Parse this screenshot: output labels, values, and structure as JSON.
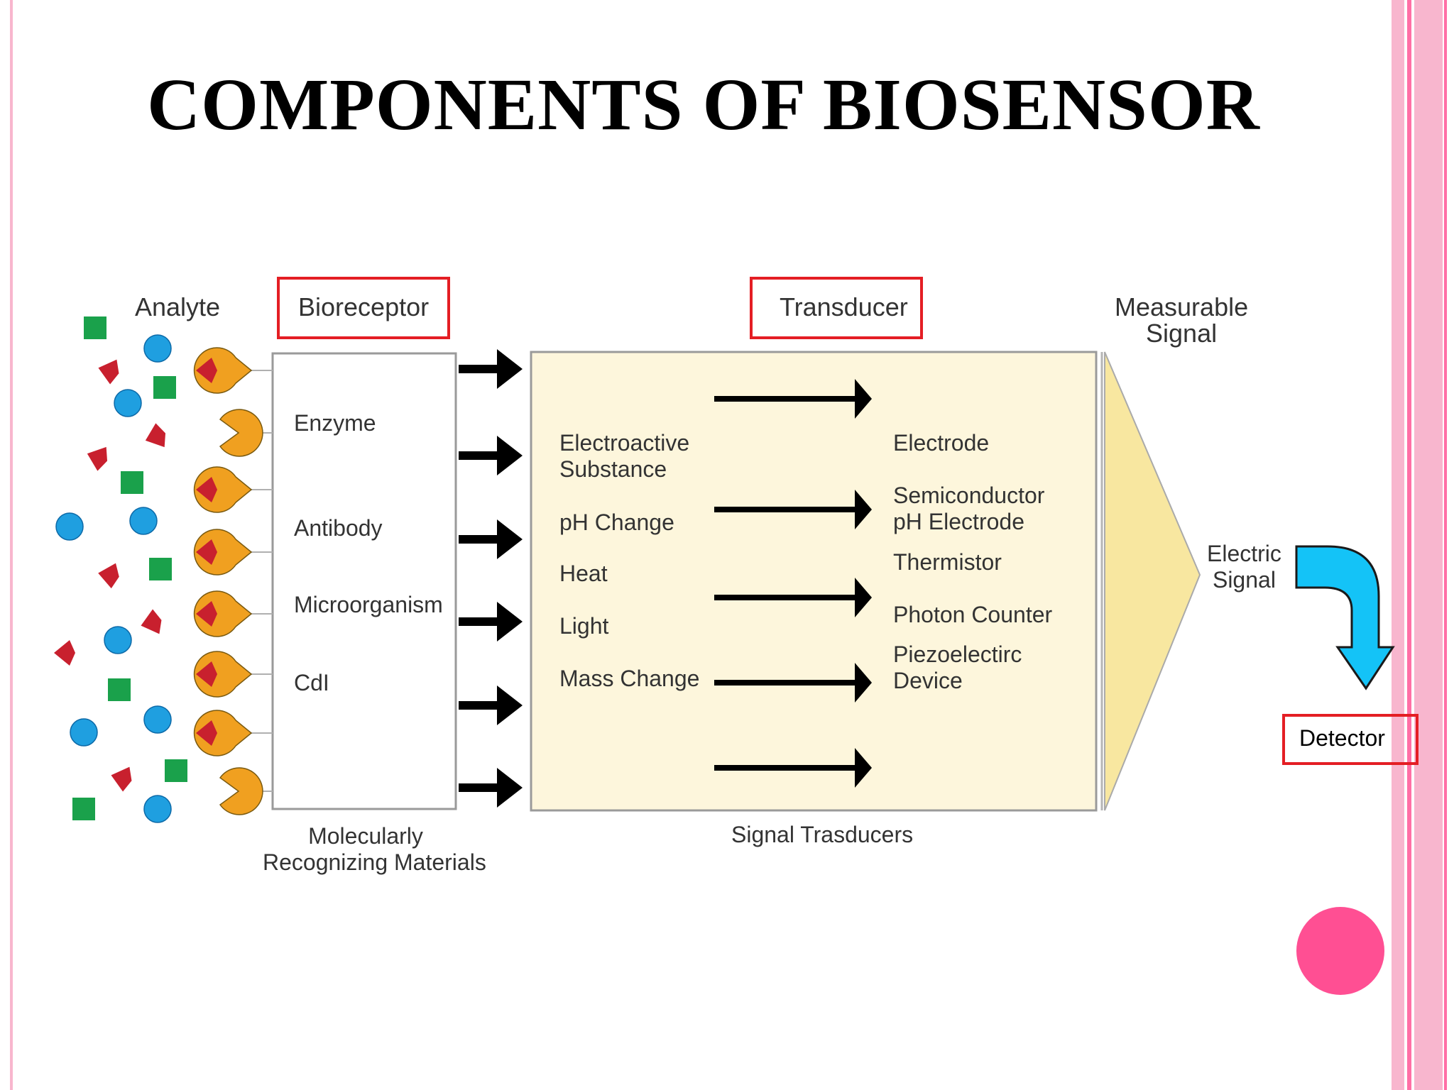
{
  "slide": {
    "title": "COMPONENTS OF BIOSENSOR",
    "accent_color": "#ff4f93",
    "stripe_color": "#f8b6ce"
  },
  "diagram": {
    "analyte_label": "Analyte",
    "bioreceptor_label": "Bioreceptor",
    "transducer_label": "Transducer",
    "measurable_signal_label": [
      "Measurable",
      "Signal"
    ],
    "bioreceptor_items": [
      "Enzyme",
      "Antibody",
      "Microorganism",
      "CdI"
    ],
    "bioreceptor_caption": [
      "Molecularly",
      "Recognizing Materials"
    ],
    "transducer_inputs": [
      [
        "Electroactive",
        "Substance"
      ],
      [
        "pH Change"
      ],
      [
        "Heat"
      ],
      [
        "Light"
      ],
      [
        "Mass Change"
      ]
    ],
    "transducer_outputs": [
      [
        "Electrode"
      ],
      [
        "Semiconductor",
        "pH Electrode"
      ],
      [
        "Thermistor"
      ],
      [
        "Photon Counter"
      ],
      [
        "Piezoelectirc",
        "Device"
      ]
    ],
    "transducer_caption": "Signal Trasducers",
    "electric_signal_label": [
      "Electric",
      "Signal"
    ],
    "detector_label": "Detector",
    "colors": {
      "receptor": "#f0a020",
      "analyte_square": "#1aa14b",
      "analyte_circle": "#1f9fe0",
      "analyte_wedge": "#c8202e",
      "transducer_fill": "#fdf6dc",
      "signal_fill": "#f8e7a0",
      "curved_arrow": "#14c3f7",
      "highlight_box": "#e41e24"
    }
  }
}
